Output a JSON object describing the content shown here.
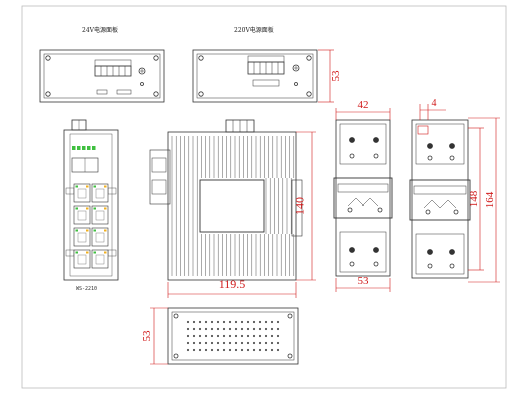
{
  "panels": {
    "panel_24v_title": "24V电源面板",
    "panel_220v_title": "220V电源面板"
  },
  "front": {
    "model_label": "WS-2210"
  },
  "dimensions": {
    "panel_height": "53",
    "body_width": "119.5",
    "body_height": "140",
    "din_width_top": "42",
    "din_width_bottom": "53",
    "side_offset": "4",
    "side_inner_height": "148",
    "side_outer_height": "164",
    "bottom_height": "53"
  },
  "colors": {
    "outline": "#333333",
    "dimension": "#d11a1a",
    "led": "#3fbf3f",
    "port_led": "#f0b020",
    "port_green": "#3fbf3f"
  }
}
